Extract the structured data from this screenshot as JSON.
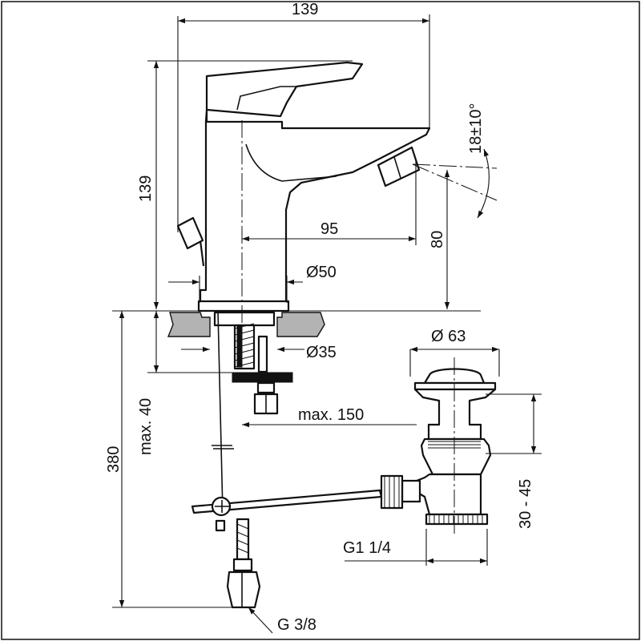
{
  "drawing": {
    "dimensions": {
      "top_width": "139",
      "height": "139",
      "tilt_angle": "18±10°",
      "spout_reach": "95",
      "spout_height": "80",
      "base_diameter": "Ø50",
      "hole_diameter": "Ø35",
      "max_deck_thickness": "max. 40",
      "total_length": "380",
      "max_reach_rod": "max. 150",
      "waste_diameter": "Ø 63",
      "waste_range": "30 - 45",
      "waste_thread": "G1 1/4",
      "supply_thread": "G 3/8"
    }
  }
}
